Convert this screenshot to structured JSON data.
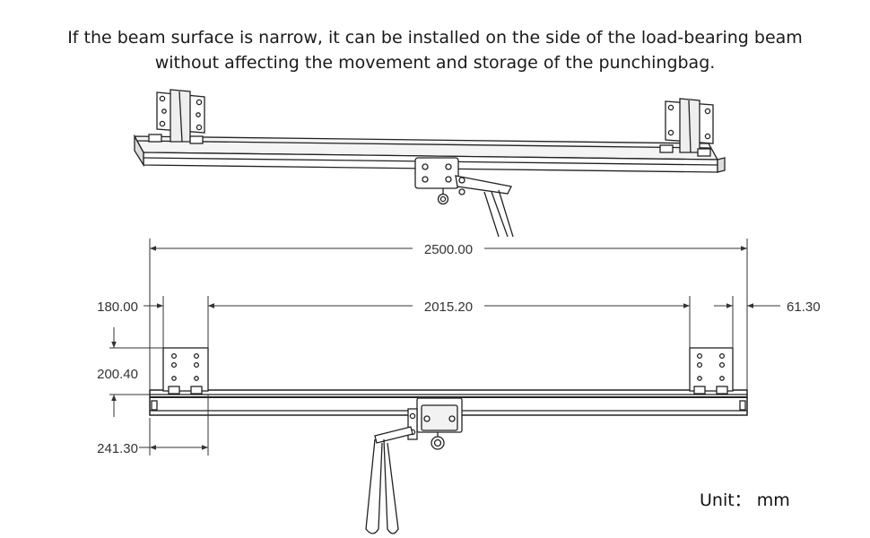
{
  "caption": {
    "line1": "If the beam surface is narrow, it can be installed on the side of the load-bearing beam",
    "line2": "without affecting the movement and storage of the punchingbag."
  },
  "dimensions": {
    "overall_length": "2500.00",
    "bracket_spacing": "2015.20",
    "bracket_width": "180.00",
    "end_offset": "61.30",
    "height_to_beam": "200.40",
    "total_depth": "241.30"
  },
  "unit_label": "Unit： mm"
}
